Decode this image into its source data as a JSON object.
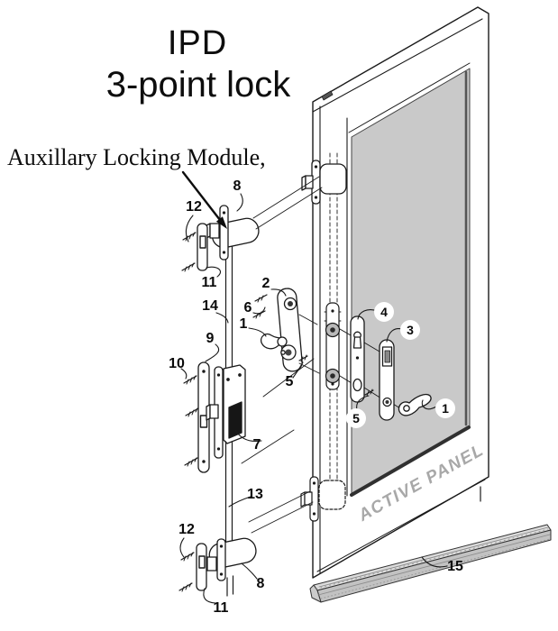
{
  "title": {
    "line1": "IPD",
    "line2": "3-point lock"
  },
  "annotation": {
    "module_label": "Auxillary Locking Module,"
  },
  "door": {
    "panel_label": "ACTIVE PANEL"
  },
  "colors": {
    "line": "#1a1a1a",
    "glass": "#c9c9c9",
    "threshold_top": "#dcdcdc",
    "threshold_front": "#c2c2c2",
    "panel_text": "#a8a8a8"
  },
  "callouts": [
    {
      "id": "12-top",
      "number": "12",
      "style": "plain"
    },
    {
      "id": "8-top",
      "number": "8",
      "style": "plain"
    },
    {
      "id": "11-top",
      "number": "11",
      "style": "plain"
    },
    {
      "id": "14",
      "number": "14",
      "style": "plain"
    },
    {
      "id": "2",
      "number": "2",
      "style": "plain"
    },
    {
      "id": "6",
      "number": "6",
      "style": "plain"
    },
    {
      "id": "1-left",
      "number": "1",
      "style": "plain"
    },
    {
      "id": "9",
      "number": "9",
      "style": "plain"
    },
    {
      "id": "10",
      "number": "10",
      "style": "plain"
    },
    {
      "id": "5-mid",
      "number": "5",
      "style": "plain"
    },
    {
      "id": "7",
      "number": "7",
      "style": "plain"
    },
    {
      "id": "4-circled",
      "number": "4",
      "style": "circled"
    },
    {
      "id": "3-circled",
      "number": "3",
      "style": "circled"
    },
    {
      "id": "5-circled",
      "number": "5",
      "style": "circled"
    },
    {
      "id": "1-circled",
      "number": "1",
      "style": "circled"
    },
    {
      "id": "13",
      "number": "13",
      "style": "plain"
    },
    {
      "id": "12-bottom",
      "number": "12",
      "style": "plain"
    },
    {
      "id": "8-bottom",
      "number": "8",
      "style": "plain"
    },
    {
      "id": "11-bottom",
      "number": "11",
      "style": "plain"
    },
    {
      "id": "15",
      "number": "15",
      "style": "plain"
    }
  ]
}
